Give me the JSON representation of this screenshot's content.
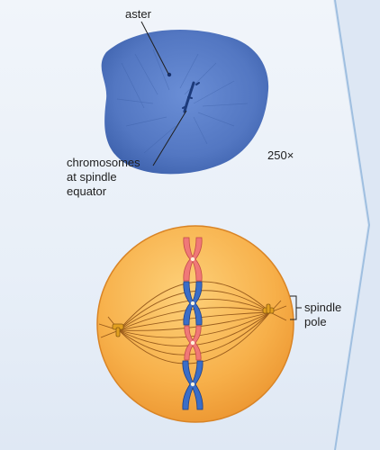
{
  "labels": {
    "aster": "aster",
    "chromosomes_line1": "chromosomes",
    "chromosomes_line2": "at spindle",
    "chromosomes_line3": "equator",
    "magnification": "250×",
    "spindle_pole_line1": "spindle",
    "spindle_pole_line2": "pole"
  },
  "colors": {
    "panel_bg": "#e8eff8",
    "panel_edge": "#9fbfe0",
    "cell_micrograph": "#5a7cc4",
    "cell_orange": "#f2a23a",
    "chromosome_blue": "#3a6ec8",
    "chromosome_pink": "#f07070"
  }
}
